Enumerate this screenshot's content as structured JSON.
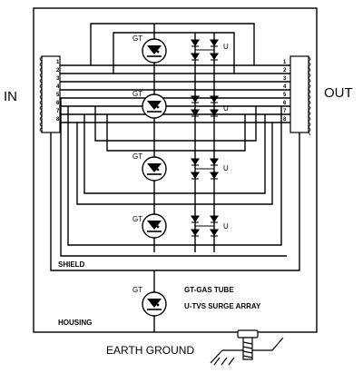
{
  "labels": {
    "in": "IN",
    "out": "OUT",
    "shield": "SHIELD",
    "housing": "HOUSING",
    "earth_ground": "EARTH GROUND",
    "legend_gt": "GT-GAS TUBE",
    "legend_u": "U-TVS SURGE ARRAY"
  },
  "component_labels": {
    "gas_tube": "GT",
    "tvs_array": "U"
  },
  "pins": [
    "1",
    "2",
    "3",
    "4",
    "5",
    "6",
    "7",
    "8"
  ]
}
